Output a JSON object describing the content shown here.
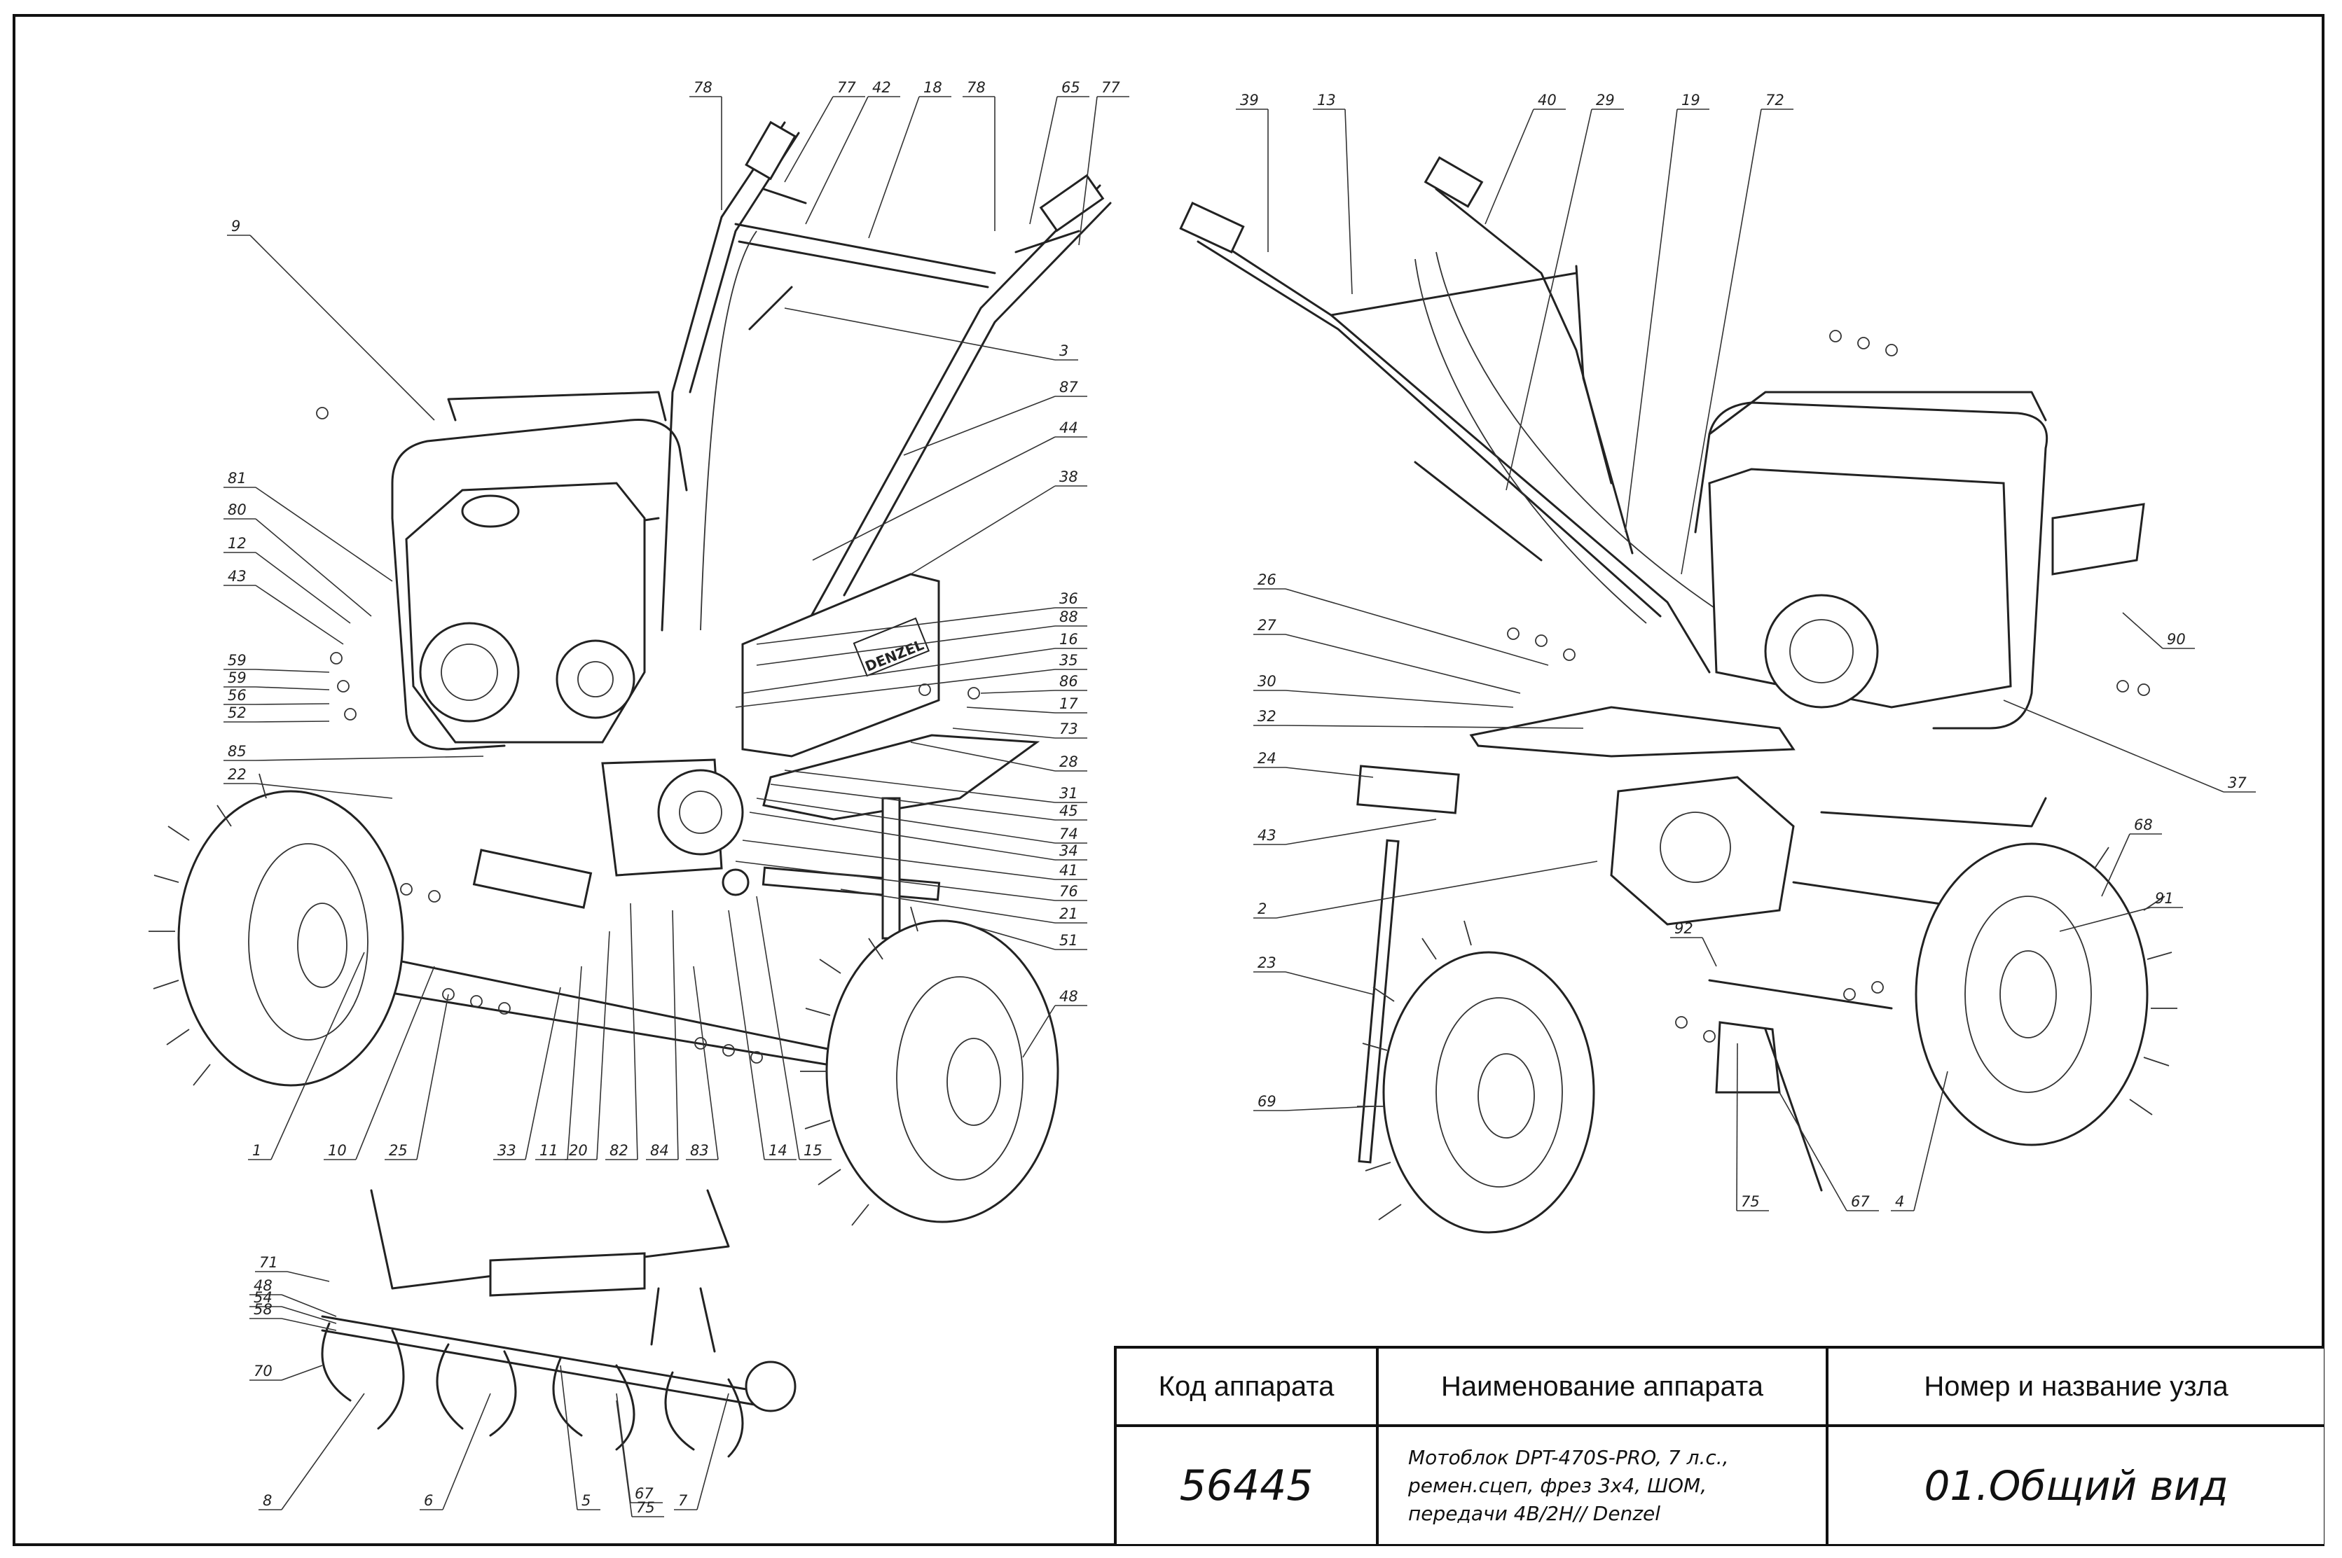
{
  "callouts": [
    {
      "id": "78",
      "lbl": "78"
    },
    {
      "id": "77a",
      "lbl": "77"
    },
    {
      "id": "42",
      "lbl": "42"
    },
    {
      "id": "18",
      "lbl": "18"
    },
    {
      "id": "78b",
      "lbl": "78"
    },
    {
      "id": "65",
      "lbl": "65"
    },
    {
      "id": "77b",
      "lbl": "77"
    },
    {
      "id": "9",
      "lbl": "9"
    },
    {
      "id": "3",
      "lbl": "3"
    },
    {
      "id": "87",
      "lbl": "87"
    },
    {
      "id": "44",
      "lbl": "44"
    },
    {
      "id": "38",
      "lbl": "38"
    },
    {
      "id": "81",
      "lbl": "81"
    },
    {
      "id": "80",
      "lbl": "80"
    },
    {
      "id": "12",
      "lbl": "12"
    },
    {
      "id": "43a",
      "lbl": "43"
    },
    {
      "id": "59a",
      "lbl": "59"
    },
    {
      "id": "59b",
      "lbl": "59"
    },
    {
      "id": "56",
      "lbl": "56"
    },
    {
      "id": "52",
      "lbl": "52"
    },
    {
      "id": "85",
      "lbl": "85"
    },
    {
      "id": "22",
      "lbl": "22"
    },
    {
      "id": "36",
      "lbl": "36"
    },
    {
      "id": "88",
      "lbl": "88"
    },
    {
      "id": "16",
      "lbl": "16"
    },
    {
      "id": "35",
      "lbl": "35"
    },
    {
      "id": "86",
      "lbl": "86"
    },
    {
      "id": "17",
      "lbl": "17"
    },
    {
      "id": "73",
      "lbl": "73"
    },
    {
      "id": "28",
      "lbl": "28"
    },
    {
      "id": "31",
      "lbl": "31"
    },
    {
      "id": "45",
      "lbl": "45"
    },
    {
      "id": "74",
      "lbl": "74"
    },
    {
      "id": "34",
      "lbl": "34"
    },
    {
      "id": "41",
      "lbl": "41"
    },
    {
      "id": "76",
      "lbl": "76"
    },
    {
      "id": "21",
      "lbl": "21"
    },
    {
      "id": "51",
      "lbl": "51"
    },
    {
      "id": "48a",
      "lbl": "48"
    },
    {
      "id": "1",
      "lbl": "1"
    },
    {
      "id": "10",
      "lbl": "10"
    },
    {
      "id": "25",
      "lbl": "25"
    },
    {
      "id": "33",
      "lbl": "33"
    },
    {
      "id": "11",
      "lbl": "11"
    },
    {
      "id": "20",
      "lbl": "20"
    },
    {
      "id": "82",
      "lbl": "82"
    },
    {
      "id": "84",
      "lbl": "84"
    },
    {
      "id": "83",
      "lbl": "83"
    },
    {
      "id": "14",
      "lbl": "14"
    },
    {
      "id": "15",
      "lbl": "15"
    },
    {
      "id": "39",
      "lbl": "39"
    },
    {
      "id": "13",
      "lbl": "13"
    },
    {
      "id": "40",
      "lbl": "40"
    },
    {
      "id": "29",
      "lbl": "29"
    },
    {
      "id": "19",
      "lbl": "19"
    },
    {
      "id": "72",
      "lbl": "72"
    },
    {
      "id": "26",
      "lbl": "26"
    },
    {
      "id": "27",
      "lbl": "27"
    },
    {
      "id": "30",
      "lbl": "30"
    },
    {
      "id": "32",
      "lbl": "32"
    },
    {
      "id": "24",
      "lbl": "24"
    },
    {
      "id": "43b",
      "lbl": "43"
    },
    {
      "id": "2",
      "lbl": "2"
    },
    {
      "id": "23",
      "lbl": "23"
    },
    {
      "id": "69",
      "lbl": "69"
    },
    {
      "id": "90",
      "lbl": "90"
    },
    {
      "id": "37",
      "lbl": "37"
    },
    {
      "id": "68",
      "lbl": "68"
    },
    {
      "id": "91",
      "lbl": "91"
    },
    {
      "id": "92",
      "lbl": "92"
    },
    {
      "id": "75a",
      "lbl": "75"
    },
    {
      "id": "67a",
      "lbl": "67"
    },
    {
      "id": "4",
      "lbl": "4"
    },
    {
      "id": "71",
      "lbl": "71"
    },
    {
      "id": "48b",
      "lbl": "48"
    },
    {
      "id": "54",
      "lbl": "54"
    },
    {
      "id": "58",
      "lbl": "58"
    },
    {
      "id": "70",
      "lbl": "70"
    },
    {
      "id": "8",
      "lbl": "8"
    },
    {
      "id": "6",
      "lbl": "6"
    },
    {
      "id": "5",
      "lbl": "5"
    },
    {
      "id": "67b",
      "lbl": "67"
    },
    {
      "id": "75b",
      "lbl": "75"
    },
    {
      "id": "7",
      "lbl": "7"
    }
  ],
  "brand_plate": "DENZEL",
  "title_block": {
    "col1_header": "Код аппарата",
    "col2_header": "Наименование аппарата",
    "col3_header": "Номер и название узла",
    "code": "56445",
    "name_line1": "Мотоблок DPT-470S-PRO, 7 л.с.,",
    "name_line2": "ремен.сцеп, фрез 3х4, ШОМ,",
    "name_line3": "передачи 4В/2Н// Denzel",
    "node": "01.Общий вид"
  }
}
